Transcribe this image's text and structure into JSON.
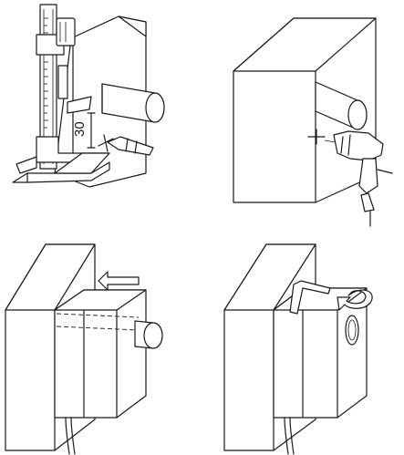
{
  "steps": [
    {
      "id": "measure",
      "dimension_label": "30"
    },
    {
      "id": "drill"
    },
    {
      "id": "slide"
    },
    {
      "id": "tighten"
    }
  ]
}
